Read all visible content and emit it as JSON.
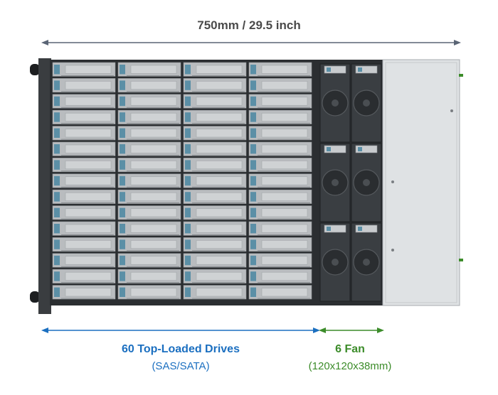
{
  "dimension": {
    "label": "750mm / 29.5 inch",
    "arrow_color": "#5a6575"
  },
  "drives": {
    "title": "60 Top-Loaded Drives",
    "subtitle": "(SAS/SATA)",
    "columns": 4,
    "rows": 15,
    "color": "#1b6fc0"
  },
  "fans": {
    "title": "6 Fan",
    "subtitle": "(120x120x38mm)",
    "columns": 2,
    "rows": 3,
    "color": "#3c8c2a"
  },
  "colors": {
    "drive_latch": "#5b8fa6",
    "tray": "#b9bcbf",
    "frame": "#2b2e31",
    "lid": "#dfe2e4"
  }
}
